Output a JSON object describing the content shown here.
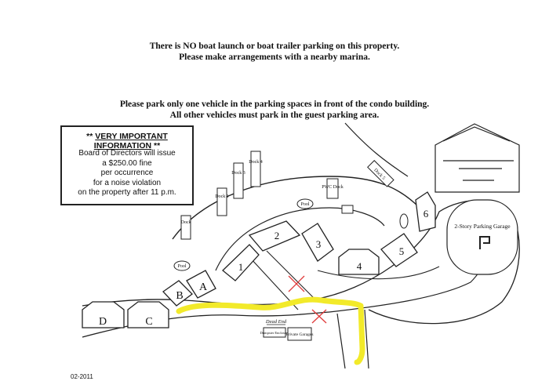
{
  "notices": {
    "boat_line1": "There is NO boat launch or boat trailer parking on this property.",
    "boat_line2": "Please make arrangements with a nearby marina.",
    "park_line1": "Please park only one vehicle in the parking spaces in front of the condo building.",
    "park_line2": "All other vehicles must park in the guest parking area."
  },
  "info_box": {
    "stars_left": "**",
    "title": "VERY IMPORTANT INFORMATION",
    "stars_right": "**",
    "lines": [
      "Board of Directors will issue",
      "a $250.00 fine",
      "per occurrence",
      "for a noise violation",
      "on the property after 11 p.m."
    ]
  },
  "buildings": [
    "A",
    "B",
    "C",
    "D",
    "1",
    "2",
    "3",
    "4",
    "5",
    "6"
  ],
  "docks": {
    "dock_left": "Dock",
    "dock_1": "Dock 1",
    "dock_3": "Dock 3",
    "dock_4": "Dock 4",
    "pwc_dock": "PWC Dock",
    "dock_5": "Dock 5"
  },
  "pools": [
    "Pool",
    "Pool"
  ],
  "garage": {
    "label": "2-Story Parking Garage",
    "icon": "parking-p-icon"
  },
  "dead_end": "Dead End",
  "dumpster": "Dumpster Enclosure",
  "private_garages": "Private Garages",
  "footer": "02-2011",
  "colors": {
    "route": "#f2ea2a",
    "cross": "#e03a3a",
    "ink": "#222222"
  }
}
